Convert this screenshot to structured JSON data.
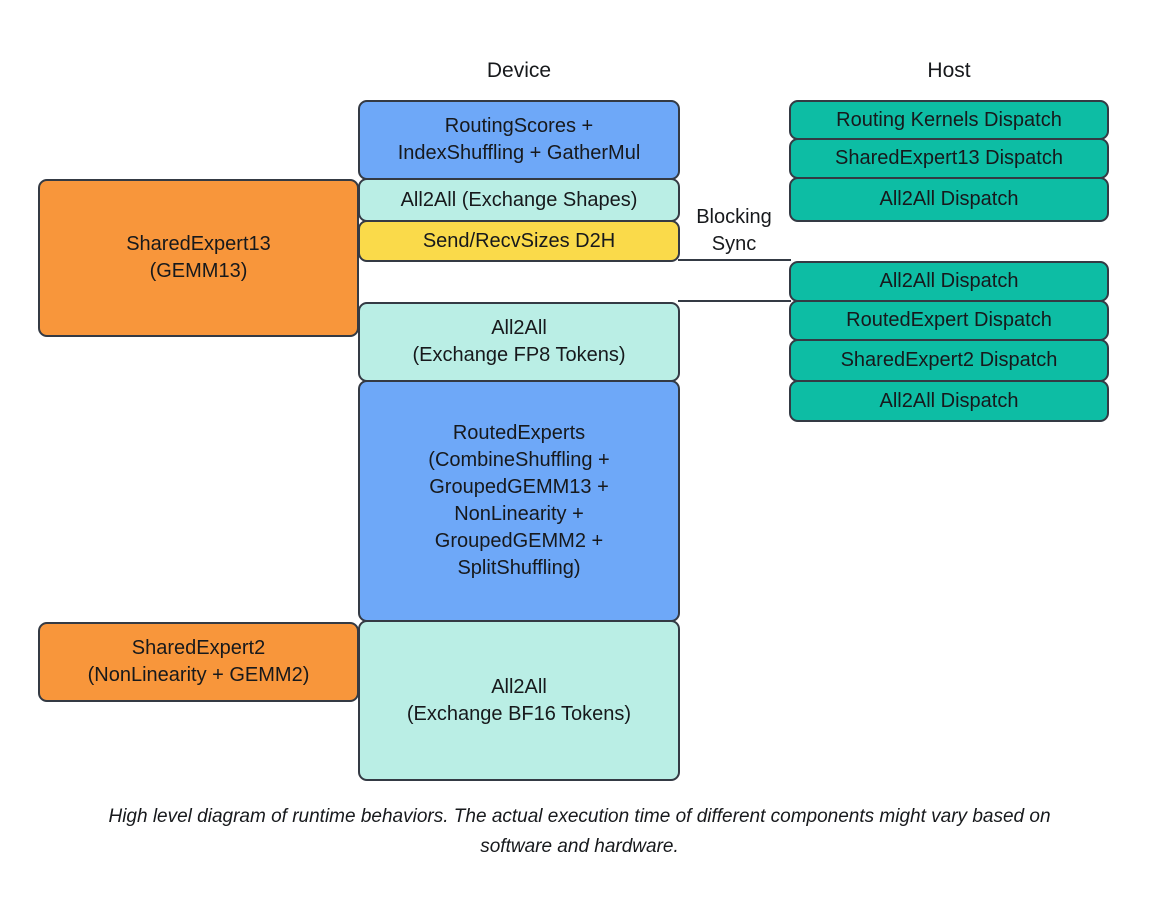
{
  "headers": {
    "device": "Device",
    "host": "Host"
  },
  "blocking_sync_label": "Blocking Sync",
  "caption": "High level diagram of runtime behaviors. The actual execution time of different components might vary based on\nsoftware and hardware.",
  "colors": {
    "blue": "#6ea8f8",
    "pale_teal": "#baeee5",
    "yellow": "#fada4a",
    "teal_green": "#0dbda4",
    "orange": "#f8963b",
    "border": "#343a44"
  },
  "shared_boxes": [
    {
      "label": "SharedExpert13\n(GEMM13)"
    },
    {
      "label": "SharedExpert2\n(NonLinearity + GEMM2)"
    }
  ],
  "device_boxes": [
    {
      "label": "RoutingScores +\nIndexShuffling + GatherMul",
      "color": "blue"
    },
    {
      "label": "All2All (Exchange Shapes)",
      "color": "pale_teal"
    },
    {
      "label": "Send/RecvSizes D2H",
      "color": "yellow"
    },
    {
      "label": "All2All\n(Exchange FP8 Tokens)",
      "color": "pale_teal"
    },
    {
      "label": "RoutedExperts\n(CombineShuffling +\nGroupedGEMM13 +\nNonLinearity +\nGroupedGEMM2 +\nSplitShuffling)",
      "color": "blue"
    },
    {
      "label": "All2All\n(Exchange BF16 Tokens)",
      "color": "pale_teal"
    }
  ],
  "host_boxes_group1": [
    {
      "label": "Routing Kernels Dispatch"
    },
    {
      "label": "SharedExpert13 Dispatch"
    },
    {
      "label": "All2All Dispatch"
    }
  ],
  "host_boxes_group2": [
    {
      "label": "All2All Dispatch"
    },
    {
      "label": "RoutedExpert Dispatch"
    },
    {
      "label": "SharedExpert2 Dispatch"
    },
    {
      "label": "All2All Dispatch"
    }
  ]
}
